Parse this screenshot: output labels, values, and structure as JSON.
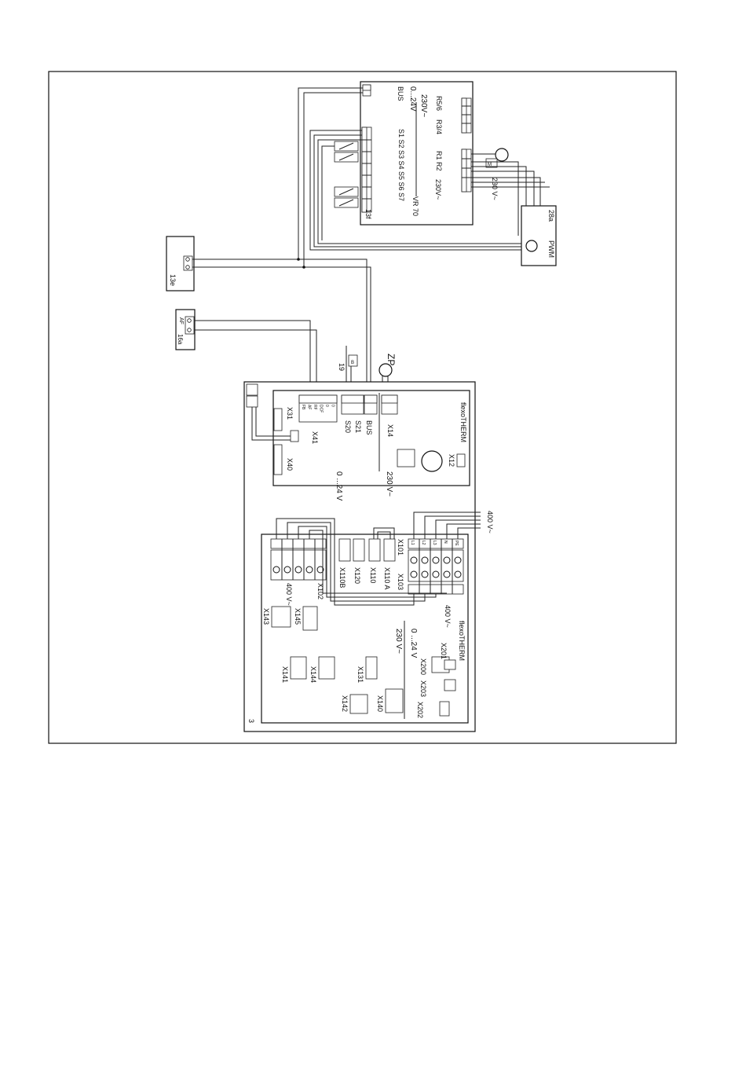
{
  "labels": {
    "fig_number": "3",
    "vr70_bus": "BUS",
    "vr70_low": "0...24V",
    "vr70_high": "230V~",
    "vr70_r56": "R5/6",
    "vr70_r34": "R3/4",
    "vr70_r1r2": "R1  R2",
    "vr70_s": "S1 S2 S3 S4 S5 S6 S7",
    "vr70_name": "VR 70",
    "vr70_230": "230V~",
    "vr70_ref": "13f",
    "vr70_out": "230 V~",
    "pwm_ref": "28a",
    "pwm": "PWM",
    "comp13e": "13e",
    "comp16a": "16a",
    "af": "AF",
    "ref19": "19",
    "zp": "ZP",
    "ctrl_x31": "X31",
    "ctrl_x41": "X41",
    "ctrl_x40": "X40",
    "ctrl_s20": "S20",
    "ctrl_s21": "S21",
    "ctrl_bus": "BUS",
    "ctrl_x14": "X14",
    "ctrl_x12": "X12",
    "ctrl_brand": "flexoTHERM",
    "ctrl_low": "0 ...24 V",
    "ctrl_high": "230 V~",
    "x41_pins": [
      "FB",
      "AF",
      "RF",
      "DCF",
      "0",
      "0"
    ],
    "pwr_400_top": "400 V~",
    "pwr_400_left": "400 V~",
    "pwr_400_mid": "400 V~",
    "pwr_x102": "X102",
    "pwr_x110b": "X110B",
    "pwr_x120": "X120",
    "pwr_x110": "X110",
    "pwr_x110a": "X110 A",
    "pwr_x101": "X101",
    "pwr_x103": "X103",
    "pwr_x143": "X143",
    "pwr_x145": "X145",
    "pwr_x141": "X141",
    "pwr_x144": "X144",
    "pwr_x131": "X131",
    "pwr_x142": "X142",
    "pwr_x140": "X140",
    "pwr_x202": "X202",
    "pwr_x203": "X203",
    "pwr_x200": "X200",
    "pwr_x201": "X201",
    "pwr_230": "230 V~",
    "pwr_low": "0 ...24 V",
    "pwr_brand": "flexoTHERM",
    "phase_labels": [
      "L1",
      "L2",
      "L3",
      "N",
      "PE"
    ]
  },
  "colors": {
    "line": "#222222",
    "paper": "#ffffff"
  }
}
